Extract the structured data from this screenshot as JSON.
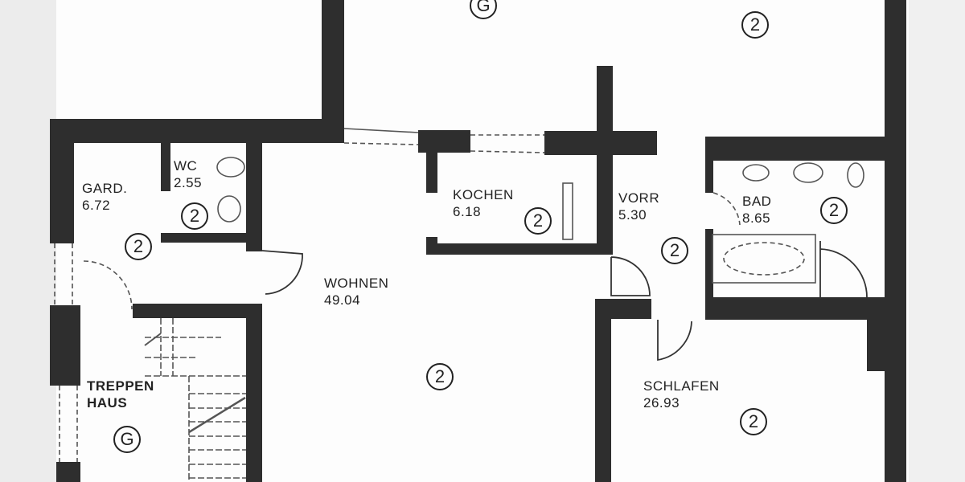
{
  "plan": {
    "type": "apartment floor plan",
    "rooms": [
      {
        "id": "gard",
        "name": "GARD.",
        "area": "6.72",
        "badge": "2"
      },
      {
        "id": "wc",
        "name": "WC",
        "area": "2.55",
        "badge": "2"
      },
      {
        "id": "kochen",
        "name": "KOCHEN",
        "area": "6.18",
        "badge": "2"
      },
      {
        "id": "vorr",
        "name": "VORR",
        "area": "5.30",
        "badge": "2"
      },
      {
        "id": "bad",
        "name": "BAD",
        "area": "8.65",
        "badge": "2"
      },
      {
        "id": "wohnen",
        "name": "WOHNEN",
        "area": "49.04",
        "badge": "2"
      },
      {
        "id": "schlafen",
        "name": "SCHLAFEN",
        "area": "26.93",
        "badge": "2"
      },
      {
        "id": "treppenhaus",
        "name_line1": "TREPPEN",
        "name_line2": "HAUS",
        "badge": "G"
      }
    ],
    "top_badges": [
      {
        "id": "top-left",
        "badge": "G"
      },
      {
        "id": "top-right",
        "badge": "2"
      }
    ]
  }
}
